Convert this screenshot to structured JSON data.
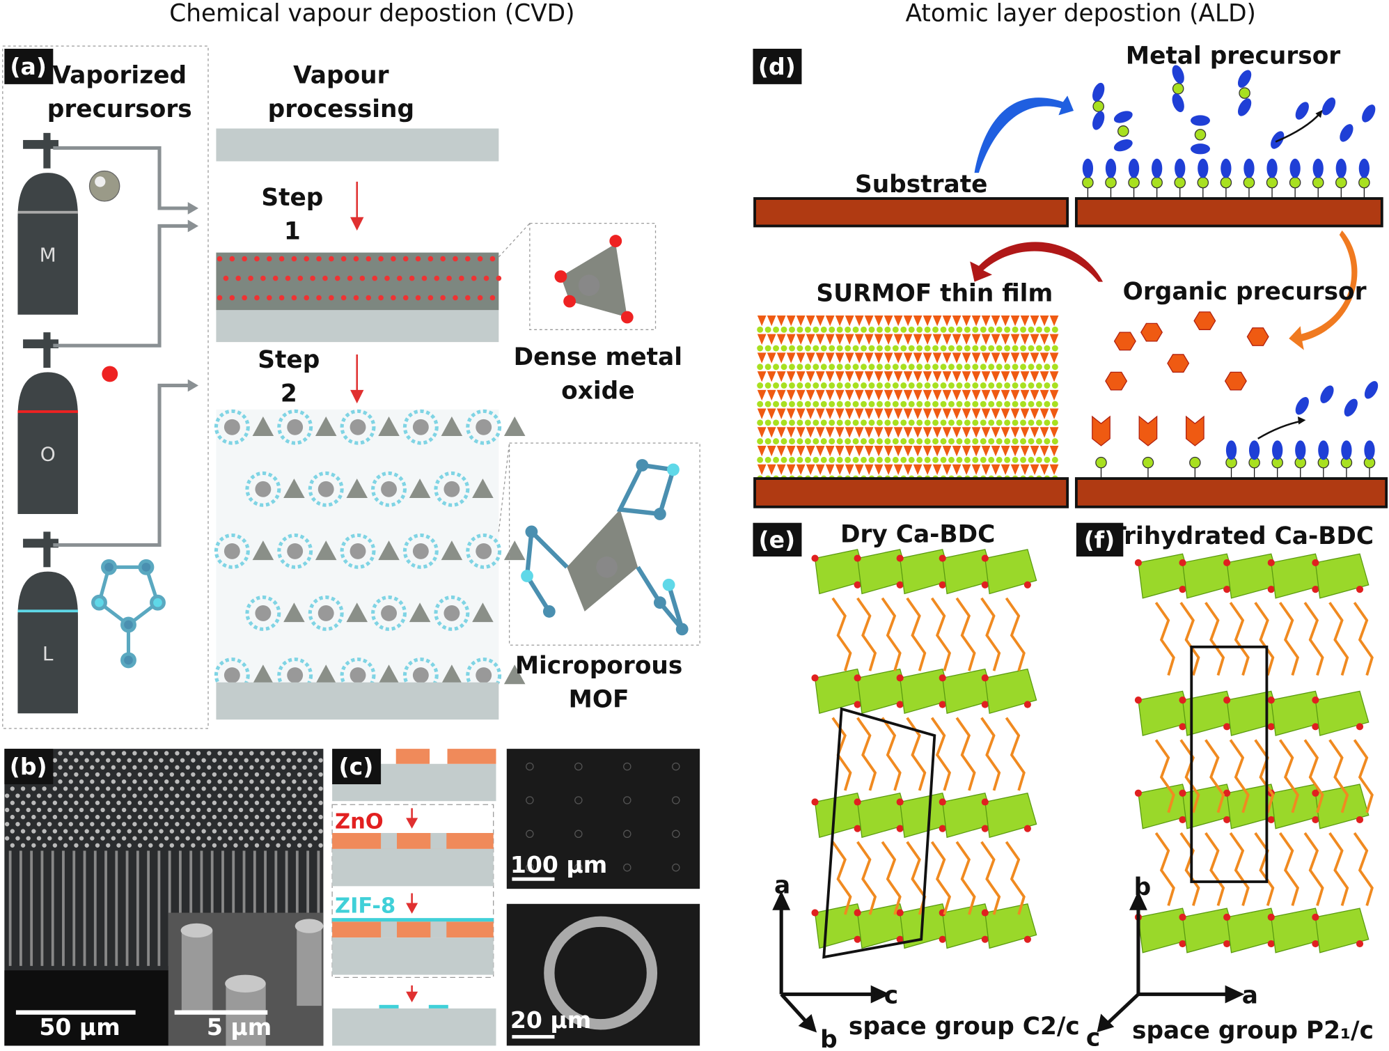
{
  "titles": {
    "cvd": "Chemical vapour depostion (CVD)",
    "ald": "Atomic layer depostion (ALD)"
  },
  "panel_a": {
    "label": "(a)",
    "vaporized": "Vaporized",
    "precursors": "precursors",
    "vapour": "Vapour",
    "processing": "processing",
    "step1": "Step",
    "step1_num": "1",
    "step2": "Step",
    "step2_num": "2",
    "cylinders": [
      "M",
      "O",
      "L"
    ],
    "dense1": "Dense metal",
    "dense2": "oxide",
    "micro1": "Microporous",
    "micro2": "MOF"
  },
  "panel_b": {
    "label": "(b)",
    "scale_main": "50 µm",
    "scale_inset": "5 µm"
  },
  "panel_c": {
    "label": "(c)",
    "zno": "ZnO",
    "zif": "ZIF-8",
    "scale_top": "100 µm",
    "scale_bottom": "20 µm"
  },
  "panel_d": {
    "label": "(d)",
    "metal": "Metal precursor",
    "substrate": "Substrate",
    "surmof": "SURMOF thin film",
    "organic": "Organic precursor"
  },
  "panel_e": {
    "label": "(e)",
    "title": "Dry Ca-BDC",
    "axis_a": "a",
    "axis_c": "c",
    "axis_b": "b",
    "space_group": "space group C2/c"
  },
  "panel_f": {
    "label": "(f)",
    "title": "Trihydrated Ca-BDC",
    "axis_b": "b",
    "axis_a": "a",
    "axis_c": "c",
    "space_group": "space group P2₁/c"
  },
  "colors": {
    "substrate": "#b03a12",
    "metal_blue": "#1f3fd6",
    "linker_green": "#a8e020",
    "organic_orange": "#ef5a12",
    "zno": "#e22020",
    "zif": "#40d0d8",
    "cylinder": "#3e4446"
  }
}
